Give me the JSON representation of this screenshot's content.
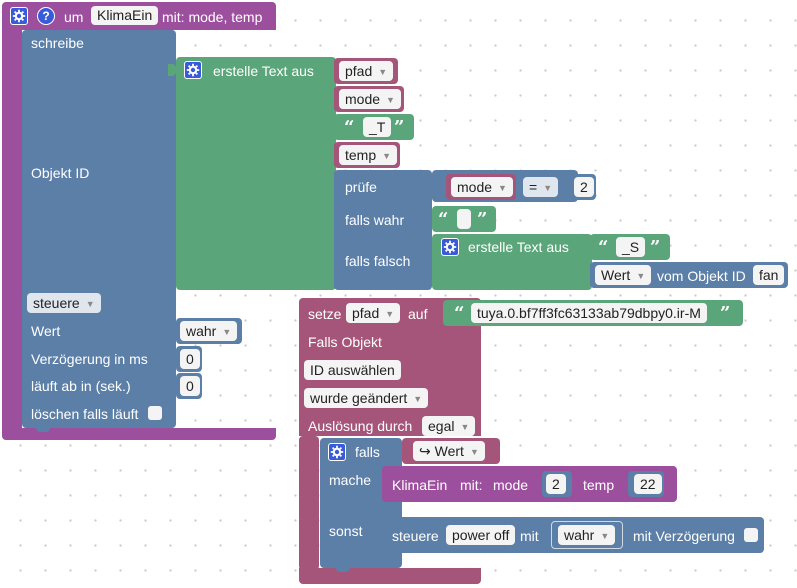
{
  "colors": {
    "purple": "#9c4f9c",
    "blue": "#5b7fa6",
    "green": "#5ba57a",
    "pink": "#a5557a",
    "field": "#f4f4f4",
    "gear": "#3a5bd9"
  },
  "func": {
    "um": "um",
    "name": "KlimaEin",
    "params": "mit: mode, temp"
  },
  "write": {
    "label": "schreibe",
    "objid": "Objekt ID",
    "steuere": "steuere",
    "wert": "Wert",
    "wert_val": "wahr",
    "delay": "Verzögerung in ms",
    "delay_val": "0",
    "expire": "läuft ab in (sek.)",
    "expire_val": "0",
    "clear": "löschen falls läuft"
  },
  "text": {
    "label": "erstelle Text aus",
    "pfad": "pfad",
    "mode": "mode",
    "suffix_t": "_T",
    "temp": "temp"
  },
  "cond": {
    "pruefe": "prüfe",
    "mode": "mode",
    "op": "=",
    "num": "2",
    "falls_wahr": "falls wahr",
    "falls_falsch": "falls falsch",
    "empty": "",
    "text2_label": "erstelle Text aus",
    "suffix_s": "_S",
    "wert": "Wert",
    "vom": "vom Objekt ID",
    "fan": "fan"
  },
  "set": {
    "setze": "setze",
    "var": "pfad",
    "auf": "auf",
    "value": "tuya.0.bf7ff3fc63133ab79dbpy0.ir-M"
  },
  "trig": {
    "falls_objekt": "Falls Objekt",
    "id": "ID auswählen",
    "changed": "wurde geändert",
    "ausl": "Auslösung durch",
    "egal": "egal"
  },
  "ifblk": {
    "falls": "falls",
    "wert": "Wert",
    "mache": "mache",
    "sonst": "sonst"
  },
  "call": {
    "name": "KlimaEin",
    "mit": "mit:",
    "mode": "mode",
    "mode_val": "2",
    "temp": "temp",
    "temp_val": "22"
  },
  "ctrl": {
    "steuere": "steuere",
    "dev": "power off",
    "mit": "mit",
    "val": "wahr",
    "delay": "mit Verzögerung"
  }
}
